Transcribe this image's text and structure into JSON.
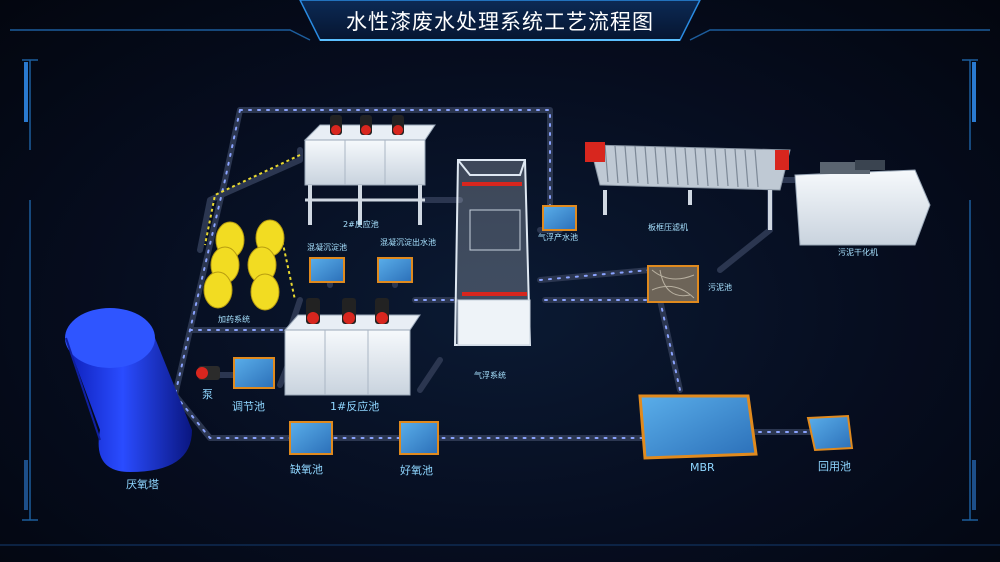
{
  "title": "水性漆废水处理系统工艺流程图",
  "labels": {
    "reactor2": "2#反应池",
    "dosing": "加药系统",
    "sed_pool": "混凝沉淀池",
    "clear_pool": "混凝沉淀出水池",
    "air_float_pool": "气浮产水池",
    "filter_press": "板框压滤机",
    "sludge_dryer": "污泥干化机",
    "sludge_pool": "污泥池",
    "air_float": "气浮系统",
    "reactor1": "1#反应池",
    "pump": "泵",
    "regulating": "调节池",
    "anaerobic_tower": "厌氧塔",
    "anoxic": "缺氧池",
    "aerobic": "好氧池",
    "mbr": "MBR",
    "reuse": "回用池"
  },
  "colors": {
    "pipe": "#2a3448",
    "pipe_dot": "#7f95ff",
    "pool_water": "#3f8fd6",
    "pool_rim": "#e08a1e",
    "tank_blue": "#1830e8",
    "dosing_yellow": "#f2dc22",
    "label": "#8fd6ff",
    "motor_red": "#d8261e"
  },
  "icons": [
    "pump-icon",
    "motor-icon",
    "filter-press-icon",
    "dryer-icon"
  ]
}
